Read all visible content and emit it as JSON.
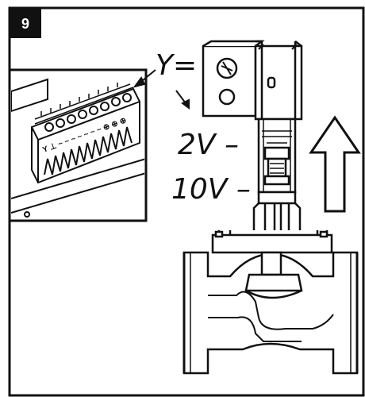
{
  "step": {
    "number": "9"
  },
  "labels": {
    "y_signal": "Y=",
    "low_voltage": "2V –",
    "high_voltage": "10V –"
  },
  "terminal_block": {
    "marking": "Y ⊥ ~ ~ ~ ~ ~ ~ ~ ⊕ ⊕ ⊕"
  },
  "icons": {
    "direction": "up-arrow-icon",
    "actuator": "actuator-icon",
    "valve": "valve-body-icon",
    "terminal": "terminal-block-icon"
  },
  "colors": {
    "line": "#111111",
    "background": "#ffffff",
    "badge": "#111111"
  }
}
